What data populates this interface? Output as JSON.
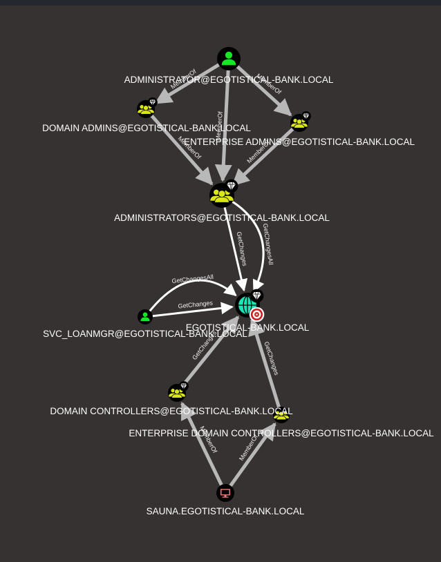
{
  "graph": {
    "colors": {
      "background": "#363232",
      "user": "#17e625",
      "group": "#dbe617",
      "domain": "#17e6b9",
      "computer": "#e67873",
      "target": "#cc2222",
      "edge_inherited": "#b8b8b8",
      "edge_path": "#ffffff"
    },
    "nodes": [
      {
        "id": "admin",
        "type": "user",
        "label": "ADMINISTRATOR@EGOTISTICAL-BANK.LOCAL",
        "icon": "user-icon"
      },
      {
        "id": "domadmins",
        "type": "group",
        "label": "DOMAIN ADMINS@EGOTISTICAL-BANK.LOCAL",
        "icon": "group-icon",
        "high_value": true
      },
      {
        "id": "entadmins",
        "type": "group",
        "label": "ENTERPRISE ADMINS@EGOTISTICAL-BANK.LOCAL",
        "icon": "group-icon",
        "high_value": true
      },
      {
        "id": "admins",
        "type": "group",
        "label": "ADMINISTRATORS@EGOTISTICAL-BANK.LOCAL",
        "icon": "group-icon",
        "high_value": true
      },
      {
        "id": "svc",
        "type": "user",
        "label": "SVC_LOANMGR@EGOTISTICAL-BANK.LOCAL",
        "icon": "user-icon"
      },
      {
        "id": "domain",
        "type": "domain",
        "label": "EGOTISTICAL-BANK.LOCAL",
        "icon": "globe-icon",
        "high_value": true,
        "target": true
      },
      {
        "id": "dcs",
        "type": "group",
        "label": "DOMAIN CONTROLLERS@EGOTISTICAL-BANK.LOCAL",
        "icon": "group-icon",
        "high_value": true
      },
      {
        "id": "edcs",
        "type": "group",
        "label": "ENTERPRISE DOMAIN CONTROLLERS@EGOTISTICAL-BANK.LOCAL",
        "icon": "group-icon"
      },
      {
        "id": "sauna",
        "type": "computer",
        "label": "SAUNA.EGOTISTICAL-BANK.LOCAL",
        "icon": "computer-icon"
      }
    ],
    "edges": [
      {
        "from": "admin",
        "to": "domadmins",
        "label": "MemberOf"
      },
      {
        "from": "admin",
        "to": "entadmins",
        "label": "MemberOf"
      },
      {
        "from": "admin",
        "to": "admins",
        "label": "MemberOf"
      },
      {
        "from": "domadmins",
        "to": "admins",
        "label": "MemberOf"
      },
      {
        "from": "entadmins",
        "to": "admins",
        "label": "MemberOf"
      },
      {
        "from": "admins",
        "to": "domain",
        "label": "GetChanges"
      },
      {
        "from": "admins",
        "to": "domain",
        "label": "GetChangesAll"
      },
      {
        "from": "svc",
        "to": "domain",
        "label": "GetChanges"
      },
      {
        "from": "svc",
        "to": "domain",
        "label": "GetChangesAll"
      },
      {
        "from": "dcs",
        "to": "domain",
        "label": "GetChanges"
      },
      {
        "from": "edcs",
        "to": "domain",
        "label": "GetChanges"
      },
      {
        "from": "sauna",
        "to": "dcs",
        "label": "MemberOf"
      },
      {
        "from": "sauna",
        "to": "edcs",
        "label": "MemberOf"
      }
    ]
  }
}
